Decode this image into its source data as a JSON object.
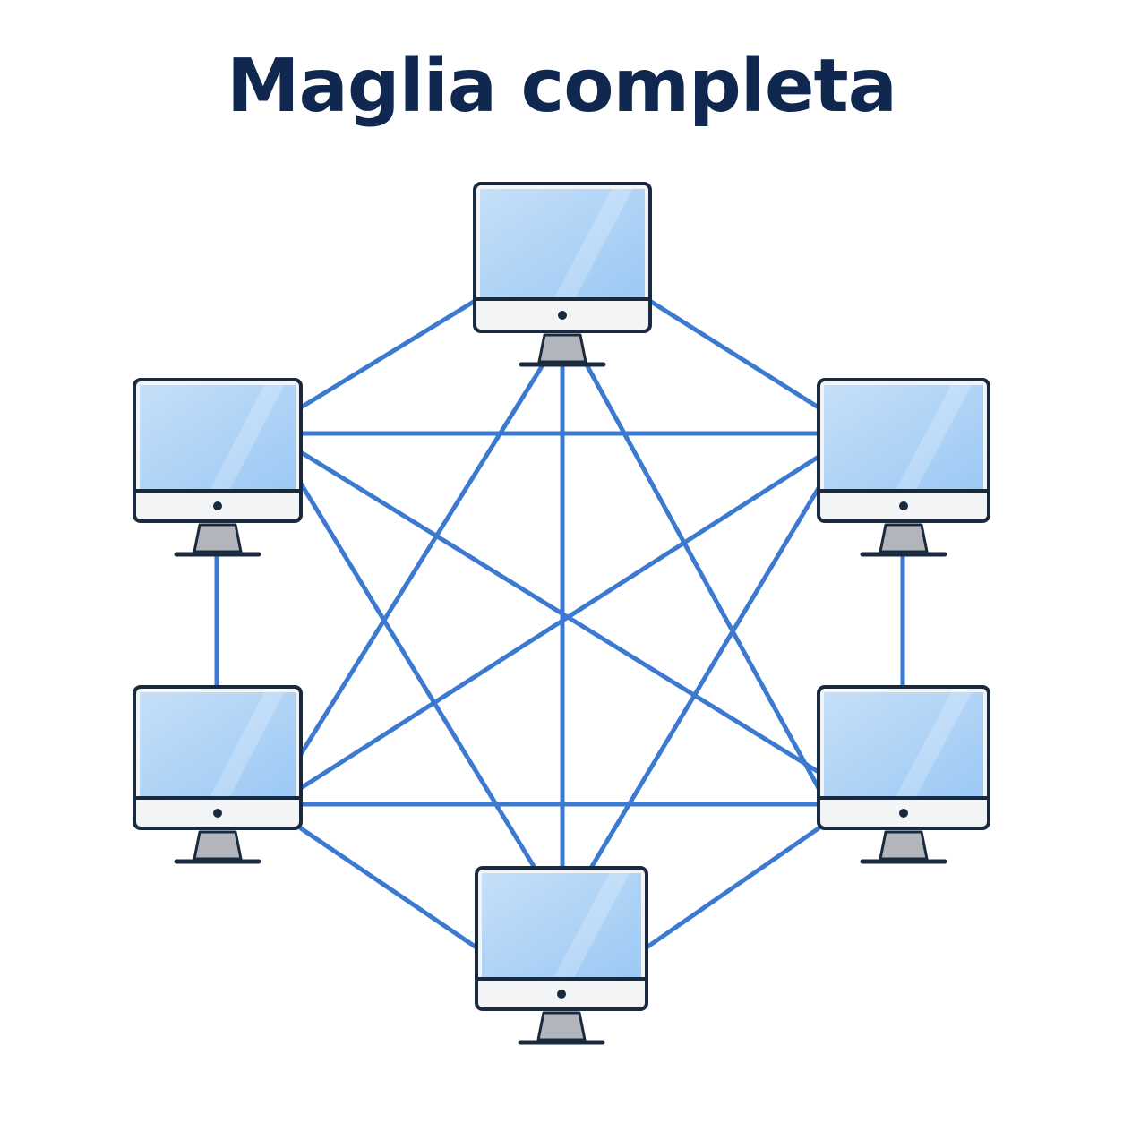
{
  "title": "Maglia completa",
  "colors": {
    "link": "#3b7ad0",
    "outline": "#1a2a3e",
    "screen_light": "#c6dff8",
    "screen_dark": "#9bc9f4",
    "bezel": "#f3f4f6",
    "stand": "#b2b6bc",
    "title": "#10284f"
  },
  "nodes": [
    {
      "id": "top",
      "icon": "desktop-monitor-icon"
    },
    {
      "id": "upper-left",
      "icon": "desktop-monitor-icon"
    },
    {
      "id": "upper-right",
      "icon": "desktop-monitor-icon"
    },
    {
      "id": "lower-left",
      "icon": "desktop-monitor-icon"
    },
    {
      "id": "lower-right",
      "icon": "desktop-monitor-icon"
    },
    {
      "id": "bottom",
      "icon": "desktop-monitor-icon"
    }
  ],
  "links": [
    [
      "top",
      "upper-left"
    ],
    [
      "top",
      "upper-right"
    ],
    [
      "top",
      "lower-left"
    ],
    [
      "top",
      "lower-right"
    ],
    [
      "top",
      "bottom"
    ],
    [
      "upper-left",
      "upper-right"
    ],
    [
      "upper-left",
      "lower-left"
    ],
    [
      "upper-left",
      "lower-right"
    ],
    [
      "upper-left",
      "bottom"
    ],
    [
      "upper-right",
      "lower-left"
    ],
    [
      "upper-right",
      "lower-right"
    ],
    [
      "upper-right",
      "bottom"
    ],
    [
      "lower-left",
      "lower-right"
    ],
    [
      "lower-left",
      "bottom"
    ],
    [
      "lower-right",
      "bottom"
    ]
  ]
}
